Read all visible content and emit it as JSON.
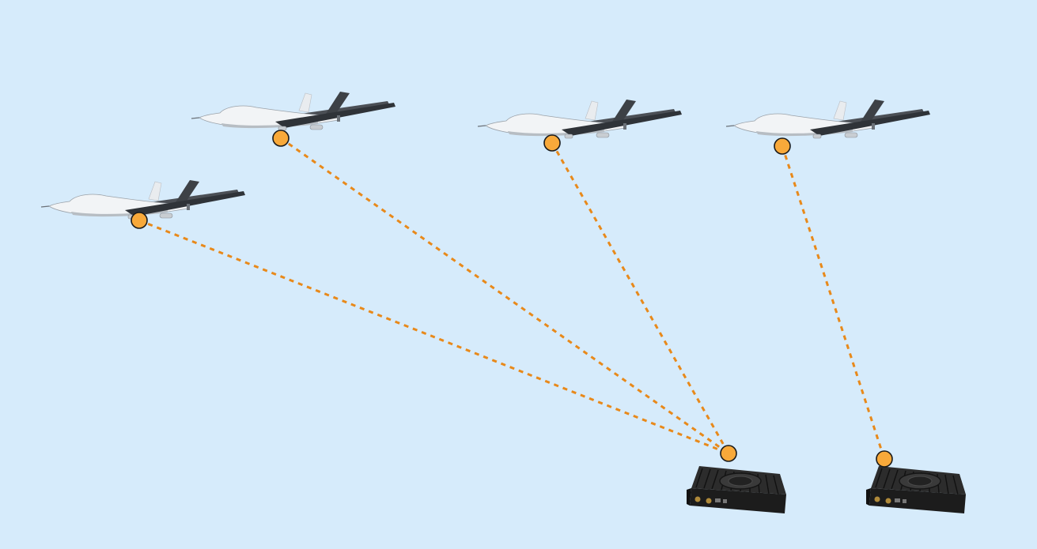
{
  "diagram": {
    "background_color": "#d6ebfb",
    "link_color": "#e8891a",
    "node_fill": "#f8a93a",
    "node_stroke": "#1a1a1a",
    "drones": [
      {
        "id": "drone-1",
        "icon": "uav-drone-icon"
      },
      {
        "id": "drone-2",
        "icon": "uav-drone-icon"
      },
      {
        "id": "drone-3",
        "icon": "uav-drone-icon"
      },
      {
        "id": "drone-4",
        "icon": "uav-drone-icon"
      }
    ],
    "ground_stations": [
      {
        "id": "station-1",
        "icon": "radio-module-icon"
      },
      {
        "id": "station-2",
        "icon": "radio-module-icon"
      }
    ],
    "links": [
      {
        "from": "drone-1",
        "to": "station-1"
      },
      {
        "from": "drone-2",
        "to": "station-1"
      },
      {
        "from": "drone-3",
        "to": "station-1"
      },
      {
        "from": "drone-4",
        "to": "station-2"
      }
    ]
  }
}
